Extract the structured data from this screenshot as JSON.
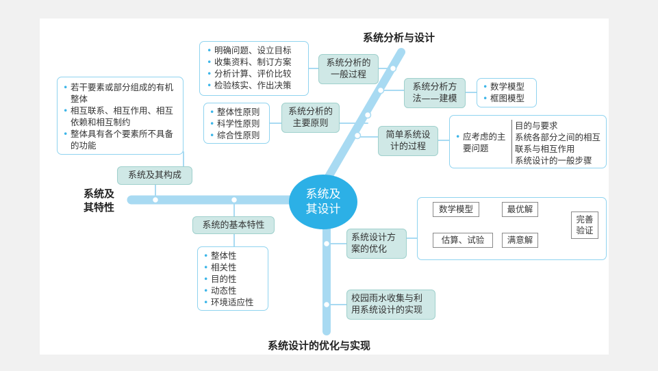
{
  "colors": {
    "branch": "#a8daf2",
    "node_fill": "#cfe8e6",
    "box_border": "#8fd3ef",
    "center": "#2cb0e6",
    "bullet": "#3bb5e8"
  },
  "center": {
    "line1": "系统及",
    "line2": "其设计"
  },
  "titles": {
    "top": "系统分析与设计",
    "left_line1": "系统及",
    "left_line2": "其特性",
    "bottom": "系统设计的优化与实现"
  },
  "nodes": {
    "analysis_process": "系统分析的一般过程",
    "analysis_method": "系统分析方法——建模",
    "analysis_principles": "系统分析的主要原则",
    "simple_design": "简单系统设计的过程",
    "system_composition": "系统及其构成",
    "basic_properties": "系统的基本特性",
    "design_optimization": "系统设计方案的优化",
    "rainwater": "校园雨水收集与利用系统设计的实现"
  },
  "lists": {
    "analysis_process": [
      "明确问题、设立目标",
      "收集资料、制订方案",
      "分析计算、评价比较",
      "检验核实、作出决策"
    ],
    "analysis_method": [
      "数学模型",
      "框图模型"
    ],
    "analysis_principles": [
      "整体性原则",
      "科学性原则",
      "综合性原则"
    ],
    "composition": [
      "若干要素或部分组成的有机整体",
      "相互联系、相互作用、相互依赖和相互制约",
      "整体具有各个要素所不具备的功能"
    ],
    "basic_properties": [
      "整体性",
      "相关性",
      "目的性",
      "动态性",
      "环境适应性"
    ]
  },
  "design_considerations": {
    "label": "应考虑的主要问题",
    "items": [
      "目的与要求",
      "系统各部分之间的相互联系与相互作用",
      "系统设计的一般步骤"
    ]
  },
  "flow": {
    "math_model": "数学模型",
    "optimal": "最优解",
    "estimate": "估算、试验",
    "satisfactory": "满意解",
    "perfect_verify": "完善验证"
  }
}
